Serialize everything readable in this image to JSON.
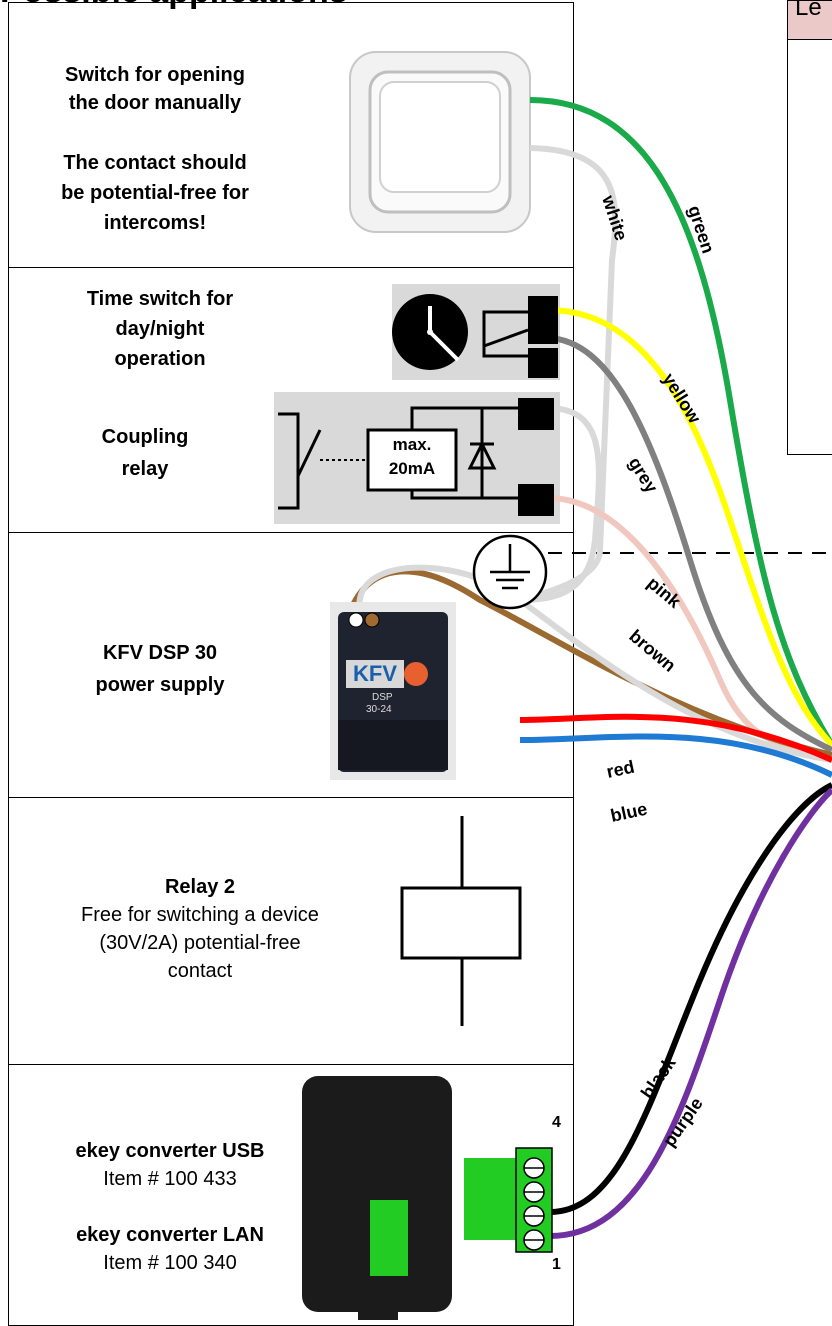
{
  "heading": "Possible applications",
  "legend": {
    "text": "Le"
  },
  "sections": {
    "switch": {
      "line1": "Switch for opening",
      "line2": "the door manually",
      "line3": "The contact should",
      "line4": "be potential-free for",
      "line5": "intercoms!"
    },
    "timer": {
      "line1": "Time switch for",
      "line2": "day/night",
      "line3": "operation",
      "coupling1": "Coupling",
      "coupling2": "relay",
      "box1": "max.",
      "box2": "20mA"
    },
    "power": {
      "line1": "KFV DSP 30",
      "line2": "power supply",
      "device_brand": "KFV",
      "device_model": "DSP",
      "device_sub": "30-24"
    },
    "relay": {
      "title": "Relay 2",
      "line1": "Free for switching a device",
      "line2": "(30V/2A) potential-free",
      "line3": "contact"
    },
    "converter": {
      "usb_title": "ekey converter USB",
      "usb_item": "Item # 100 433",
      "lan_title": "ekey converter LAN",
      "lan_item": "Item # 100 340",
      "pin_top": "4",
      "pin_bottom": "1"
    }
  },
  "wires": {
    "green": "green",
    "white": "white",
    "yellow": "yellow",
    "grey": "grey",
    "pink": "pink",
    "brown": "brown",
    "red": "red",
    "blue": "blue",
    "black": "black",
    "purple": "purple"
  },
  "colors": {
    "green": "#1aaa4a",
    "white": "#d9d9d9",
    "yellow": "#ffff00",
    "grey": "#808080",
    "pink": "#f0c8c0",
    "brown": "#9b6a30",
    "red": "#ff0000",
    "blue": "#1e7ad2",
    "black": "#000000",
    "purple": "#7030a0",
    "legend_header": "#ecc9c9",
    "panel_shade": "#d9d9d9",
    "terminal_green": "#22cc22"
  }
}
